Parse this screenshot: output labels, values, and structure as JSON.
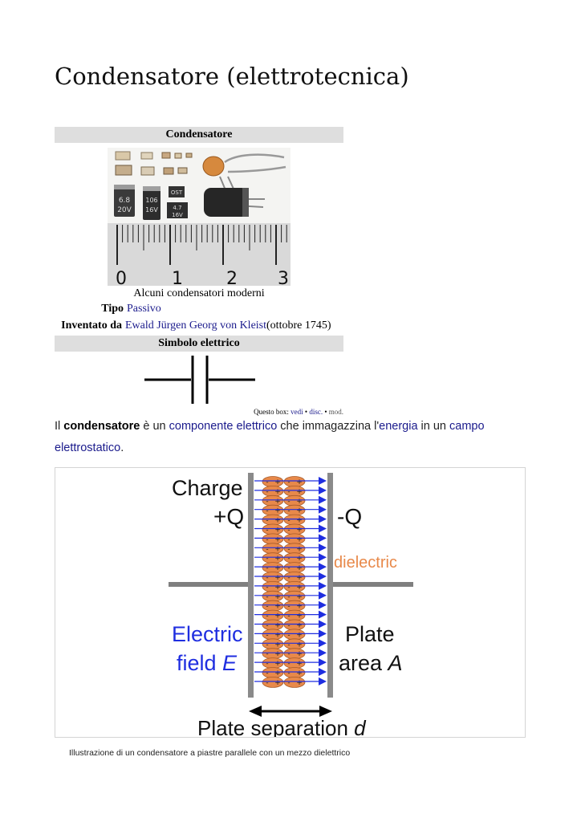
{
  "page": {
    "title": "Condensatore (elettrotecnica)"
  },
  "infobox": {
    "header": "Condensatore",
    "image_caption": "Alcuni condensatori moderni",
    "ruler_labels": [
      "0",
      "1",
      "2",
      "3"
    ],
    "component_markings": [
      "6.8",
      "20V",
      "106",
      "16V",
      "OST",
      "4.7",
      "16V"
    ],
    "rows": [
      {
        "label": "Tipo",
        "value": "Passivo",
        "extra": ""
      },
      {
        "label": "Inventato da",
        "value": "Ewald Jürgen Georg von Kleist",
        "extra": "(ottobre 1745)"
      }
    ],
    "symbol_header": "Simbolo elettrico",
    "navbox": {
      "prefix": "Questo box:",
      "view": "vedi",
      "sep1": "•",
      "discuss": "disc.",
      "sep2": "•",
      "edit": "mod."
    }
  },
  "paragraph": {
    "t1": "Il ",
    "bold": "condensatore",
    "t2": " è un ",
    "link1": "componente elettrico",
    "t3": " che immagazzina l'",
    "link2": "energia",
    "t4": " in un ",
    "link3": "campo elettrostatico",
    "t5": "."
  },
  "figure": {
    "charge_label": "Charge",
    "plus_q": "+Q",
    "minus_q": "-Q",
    "dielectric": "dielectric",
    "field_line1": "Electric",
    "field_line2": "field ",
    "field_var": "E",
    "area_line1": "Plate",
    "area_line2": "area ",
    "area_var": "A",
    "separation": "Plate separation ",
    "separation_var": "d",
    "plus_sign": "+",
    "minus_sign": "-",
    "caption": "Illustrazione di un condensatore a piastre parallele con un mezzo dielettrico",
    "colors": {
      "field": "#1f2ee0",
      "dielectric": "#e8894a",
      "plate": "#8a8a8a",
      "wire": "#7f7f7f"
    }
  }
}
